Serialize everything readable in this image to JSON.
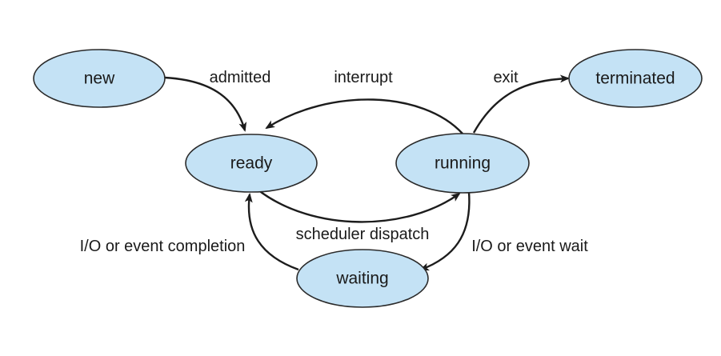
{
  "diagram": {
    "states": {
      "new": "new",
      "ready": "ready",
      "running": "running",
      "waiting": "waiting",
      "terminated": "terminated"
    },
    "transitions": {
      "admitted": "admitted",
      "interrupt": "interrupt",
      "exit": "exit",
      "scheduler_dispatch": "scheduler dispatch",
      "io_event_completion": "I/O or event completion",
      "io_event_wait": "I/O or event wait"
    },
    "colors": {
      "state_fill": "#c4e2f5",
      "outline": "#2a2a2a",
      "arrow": "#1c1c1c",
      "background": "#ffffff"
    }
  }
}
